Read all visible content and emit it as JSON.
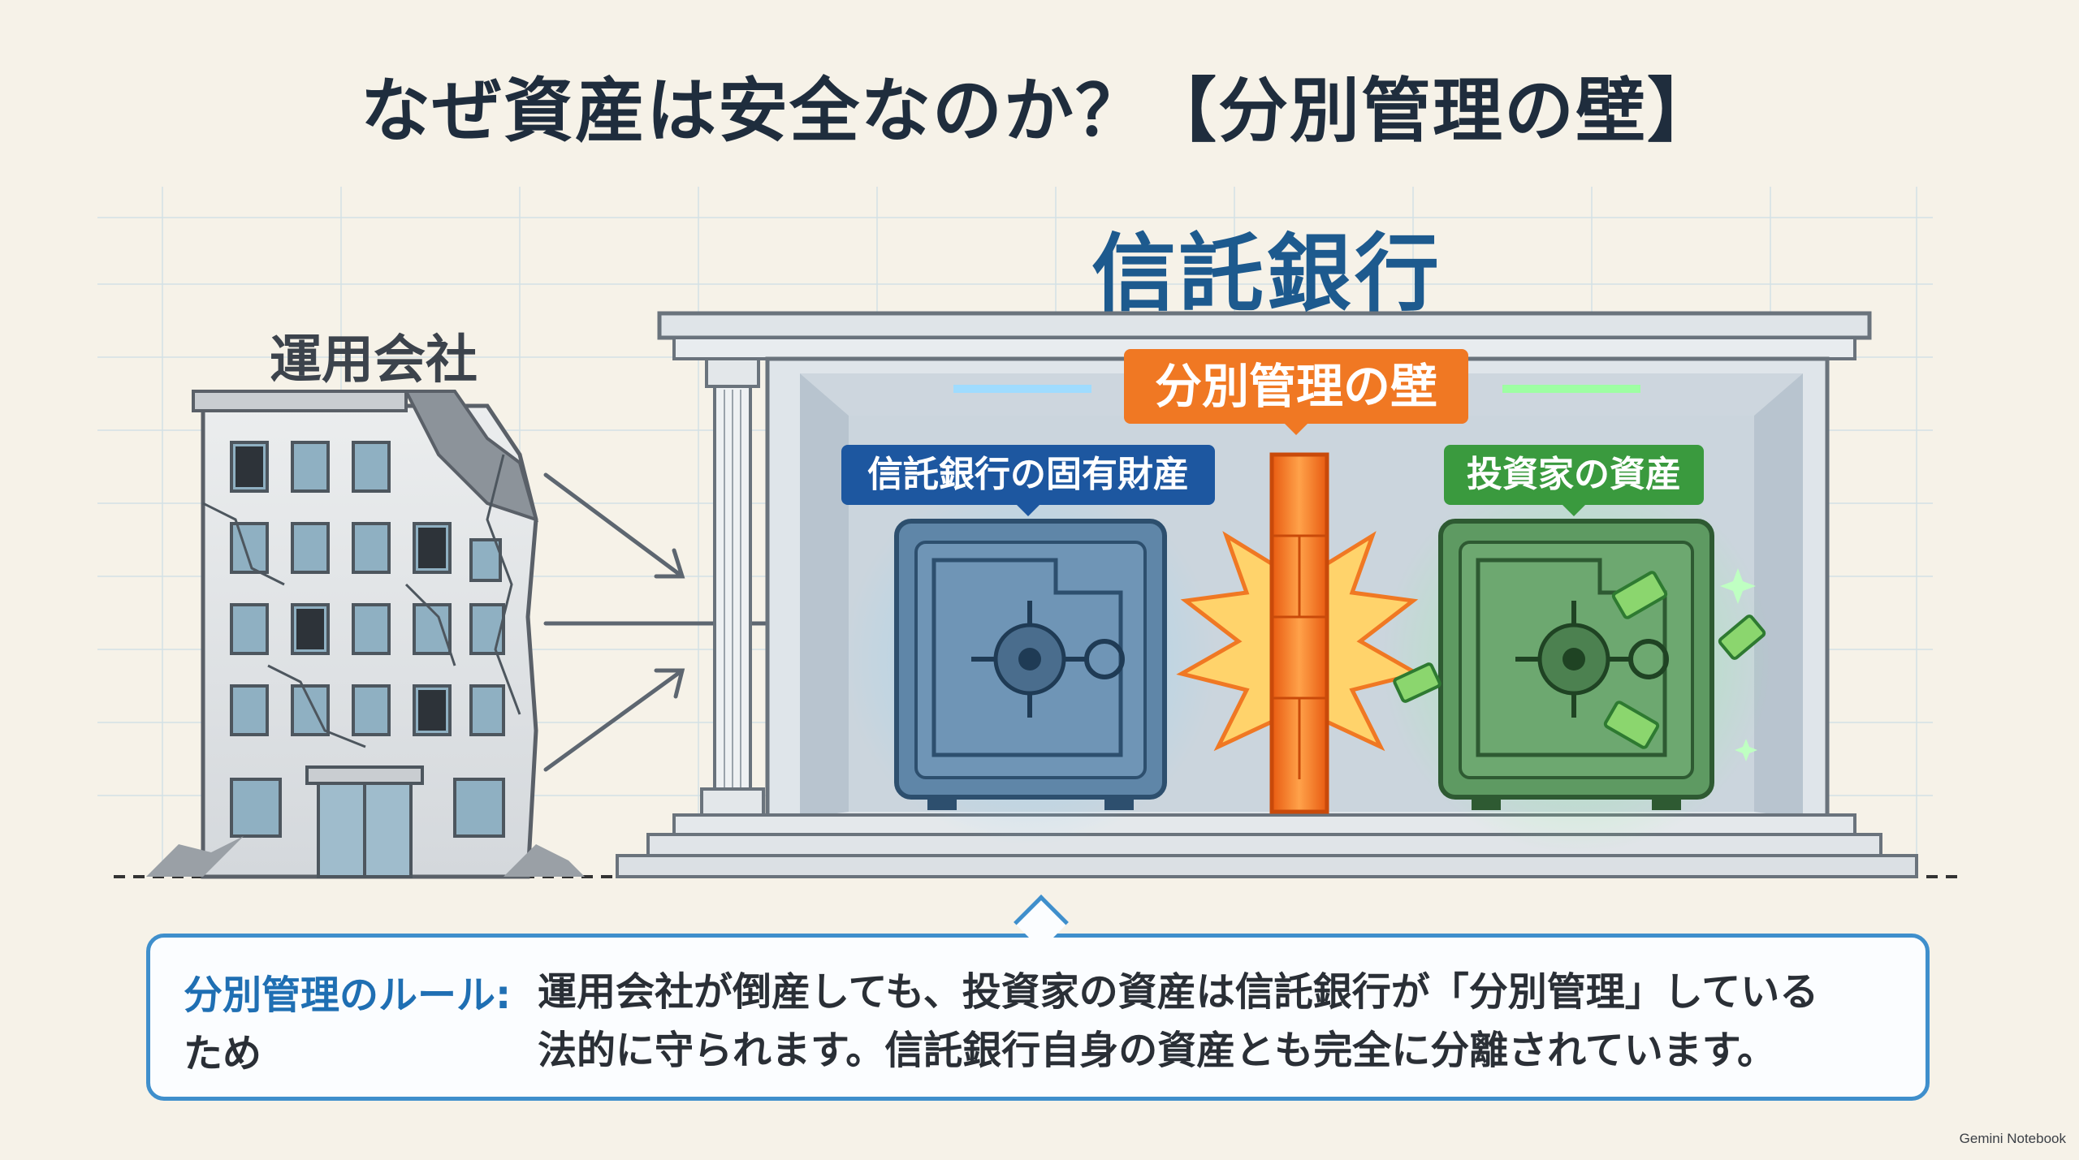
{
  "title": "なぜ資産は安全なのか？【分別管理の壁】",
  "bank": {
    "title": "信託銀行"
  },
  "company": {
    "label": "運用会社"
  },
  "labels": {
    "bank_own_assets": "信託銀行の固有財産",
    "wall": "分別管理の壁",
    "investor_assets": "投資家の資産"
  },
  "rule": {
    "label": "分別管理のルール:",
    "label_suffix": "ため",
    "text_line1": "運用会社が倒産しても、投資家の資産は信託銀行が「分別管理」している",
    "text_line2": "法的に守られます。信託銀行自身の資産とも完全に分離されています。"
  },
  "watermark": "Gemini Notebook",
  "colors": {
    "bank_blue": "#1d57a0",
    "investor_green": "#3a9a3e",
    "wall_orange": "#f07823",
    "title_navy": "#1f2d3d"
  }
}
